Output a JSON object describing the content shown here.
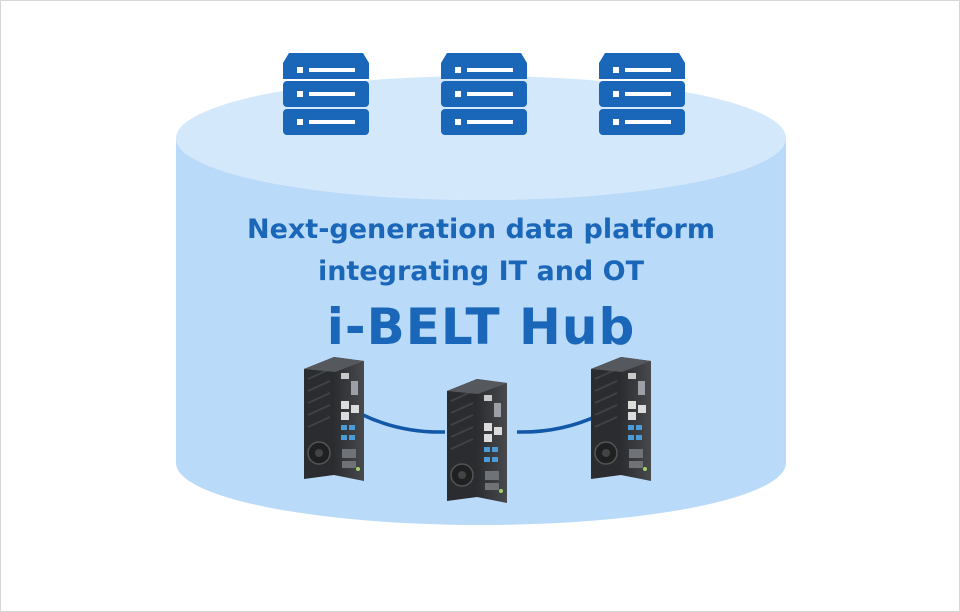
{
  "diagram": {
    "caption_line1": "Next-generation data platform",
    "caption_line2": "integrating IT and OT",
    "product_name": "i-BELT Hub",
    "server_count": 3,
    "controller_count": 3,
    "colors": {
      "cylinder_body": "#b9daf8",
      "cylinder_top": "#d4e8fb",
      "server": "#1a66b8",
      "text": "#1a66b8",
      "network_line": "#1258a8",
      "controller_body": "#3a3d41"
    },
    "icons": [
      "server-stack-icon",
      "industrial-pc-icon"
    ]
  }
}
